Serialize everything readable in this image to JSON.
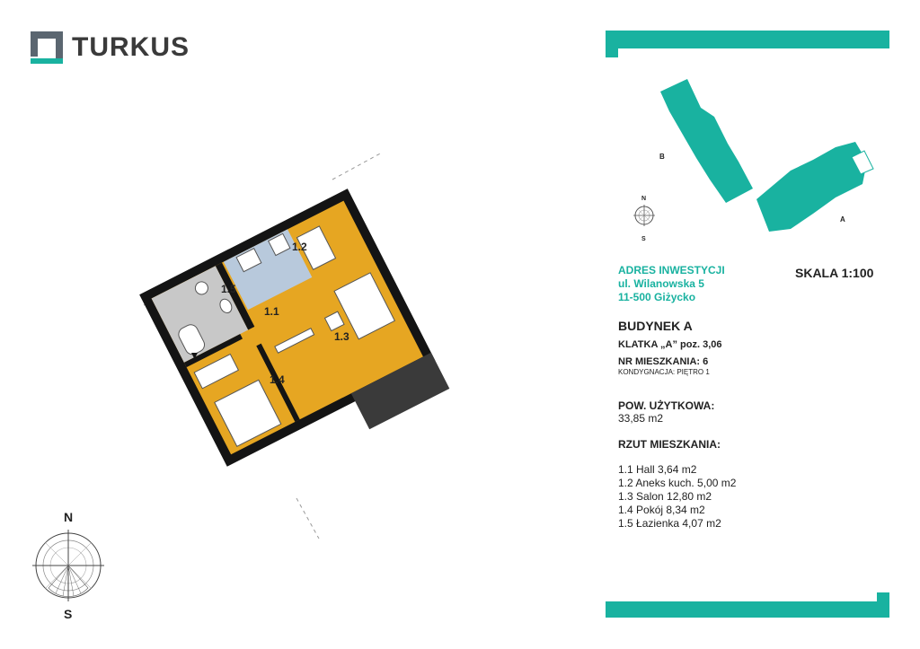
{
  "brand": {
    "name": "TURKUS",
    "accent": "#19b2a0",
    "mark_color": "#5b6670"
  },
  "address": {
    "heading": "ADRES INWESTYCJI",
    "street": "ul. Wilanowska 5",
    "city": "11-500 Giżycko"
  },
  "scale": "SKALA 1:100",
  "building": "BUDYNEK A",
  "staircase": "KLATKA „A” poz. 3,06",
  "apartment_no": "NR MIESZKANIA: 6",
  "floor": "KONDYGNACJA: PIĘTRO 1",
  "usable_area": {
    "label": "POW. UŻYTKOWA:",
    "value": "33,85 m2"
  },
  "plan": {
    "heading": "RZUT MIESZKANIA:",
    "rooms": [
      "1.1 Hall 3,64 m2",
      "1.2 Aneks kuch. 5,00 m2",
      "1.3 Salon 12,80 m2",
      "1.4 Pokój 8,34 m2",
      "1.5 Łazienka 4,07  m2"
    ]
  },
  "room_labels": {
    "r11": "1.1",
    "r12": "1.2",
    "r13": "1.3",
    "r14": "1.4",
    "r15": "1.5"
  },
  "site_map": {
    "block_a": "A",
    "block_b": "B",
    "north": "N",
    "south": "S"
  },
  "compass": {
    "north": "N",
    "south": "S"
  },
  "colors": {
    "floor": "#e6a622",
    "bath": "#c8c8c8",
    "kitchen": "#b8c9dc",
    "walls": "#141414",
    "balcony": "#3a3a3a"
  }
}
